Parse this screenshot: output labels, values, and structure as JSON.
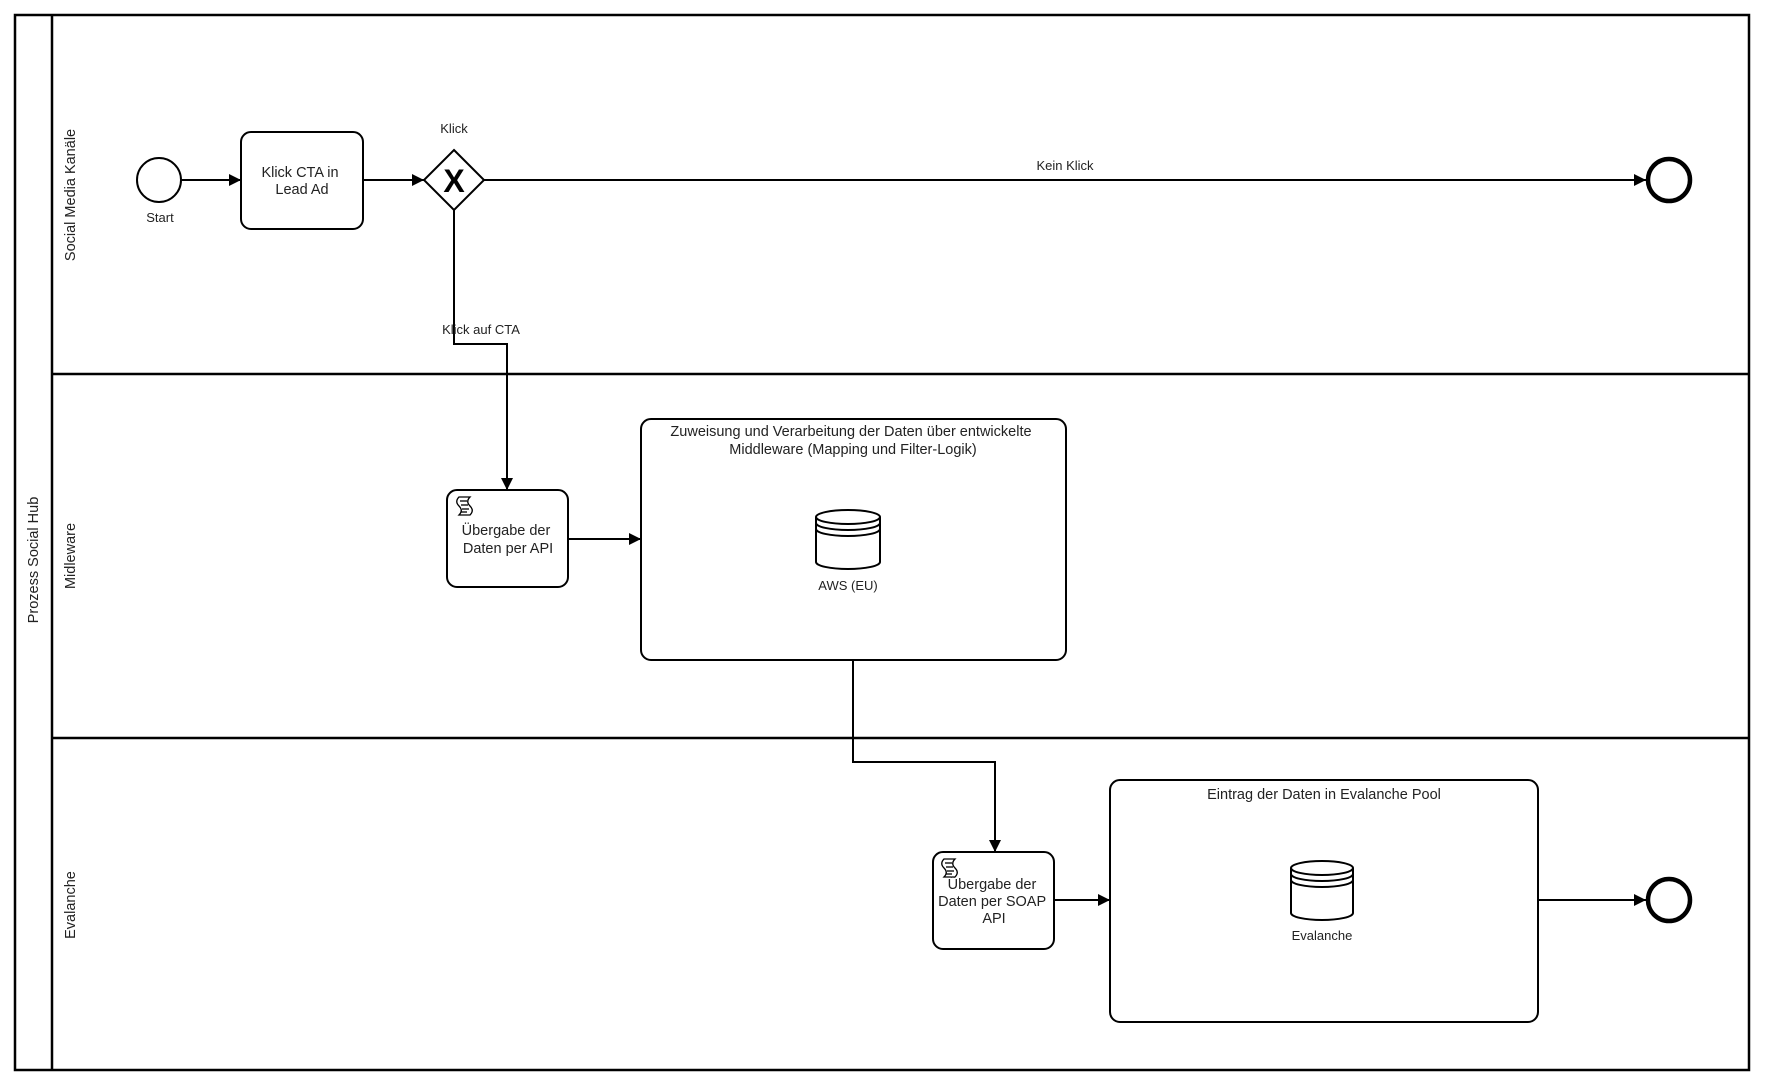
{
  "pool": {
    "label": "Prozess Social Hub"
  },
  "lanes": [
    {
      "id": "social",
      "label": "Social Media Kanäle"
    },
    {
      "id": "middleware",
      "label": "Midleware"
    },
    {
      "id": "evalanche",
      "label": "Evalanche"
    }
  ],
  "events": {
    "start": {
      "label": "Start"
    },
    "end1": {
      "label": ""
    },
    "end2": {
      "label": ""
    }
  },
  "gateway": {
    "label": "Klick",
    "type": "exclusive",
    "symbol": "X"
  },
  "tasks": {
    "klick_cta": {
      "lines": [
        "Klick CTA in",
        "Lead Ad"
      ]
    },
    "uebergabe_api": {
      "lines": [
        "Übergabe der",
        "Daten per API"
      ],
      "icon": "script-icon"
    },
    "zuweisung": {
      "lines": [
        "Zuweisung und Verarbeitung der Daten über entwickelte",
        "Middleware (Mapping und Filter-Logik)"
      ]
    },
    "uebergabe_soap": {
      "lines": [
        "Übergabe der",
        "Daten per SOAP",
        "API"
      ],
      "icon": "script-icon"
    },
    "eintrag": {
      "lines": [
        "Eintrag der Daten in Evalanche Pool"
      ]
    }
  },
  "datastores": {
    "aws": {
      "label": "AWS (EU)"
    },
    "evalanche": {
      "label": "Evalanche"
    }
  },
  "flows": {
    "kein_klick": {
      "label": "Kein Klick"
    },
    "klick_auf_cta": {
      "label": "Klick auf CTA"
    }
  },
  "colors": {
    "stroke": "#000000",
    "text": "#222222",
    "background": "#ffffff"
  }
}
